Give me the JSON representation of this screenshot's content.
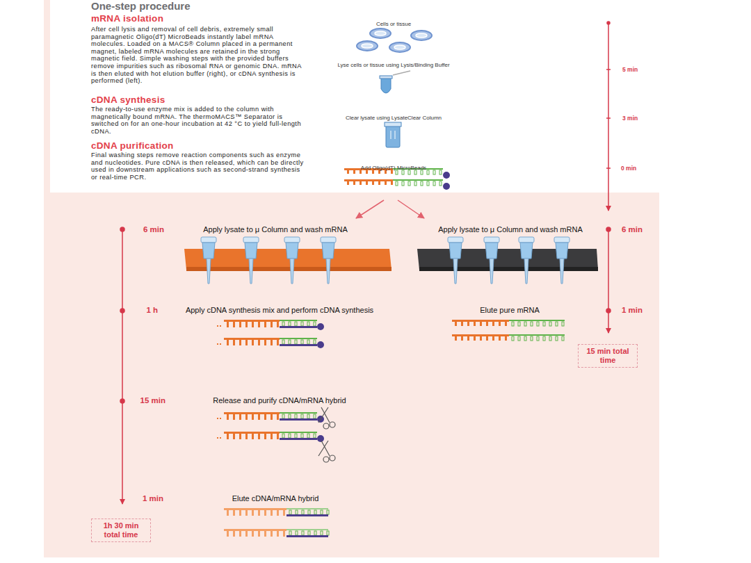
{
  "diagram": {
    "title": "One-step procedure",
    "nodes": [
      {
        "text": [
          "15 min total time"
        ]
      },
      {
        "text": [
          "1h 30 min total time"
        ]
      }
    ],
    "labels": [
      "mRNA isolation",
      "After cell lysis and removal of cell debris, extremely small paramagnetic Oligo(dT) MicroBeads instantly label mRNA molecules. Loaded on a MACS® Column placed in a permanent magnet, labeled mRNA molecules are retained in the strong magnetic field. Simple washing steps with the provided buffers remove impurities such as ribosomal RNA or genomic DNA. mRNA is then eluted with hot elution buffer (right), or cDNA synthesis is performed (left).",
      "cDNA synthesis",
      "The ready-to-use enzyme mix is added to the column with magnetically bound mRNA. The thermoMACS™ Separator is switched on for an one-hour incubation at 42 °C to yield full-length cDNA.",
      "cDNA purification",
      "Final washing steps remove reaction components such as enzyme and nucleotides. Pure cDNA is then released, which can be directly used in downstream applications such as second-strand synthesis or real-time PCR.",
      "Cells or tissue",
      "5 min",
      "Lyse cells or tissue using Lysis/Binding Buffer",
      "Clear lysate using LysateClear Column",
      "3 min",
      "Add Oligo(dT) MicroBeads",
      "0 min",
      "6 min",
      "Apply lysate to μ Column and wash mRNA",
      "Apply lysate to μ Column and wash mRNA",
      "6 min",
      "1 h",
      "Apply cDNA synthesis mix and perform cDNA synthesis",
      "Elute pure mRNA",
      "1 min",
      "15 min",
      "Release and purify cDNA/mRNA hybrid",
      "1 min",
      "Elute cDNA/mRNA hybrid"
    ]
  }
}
